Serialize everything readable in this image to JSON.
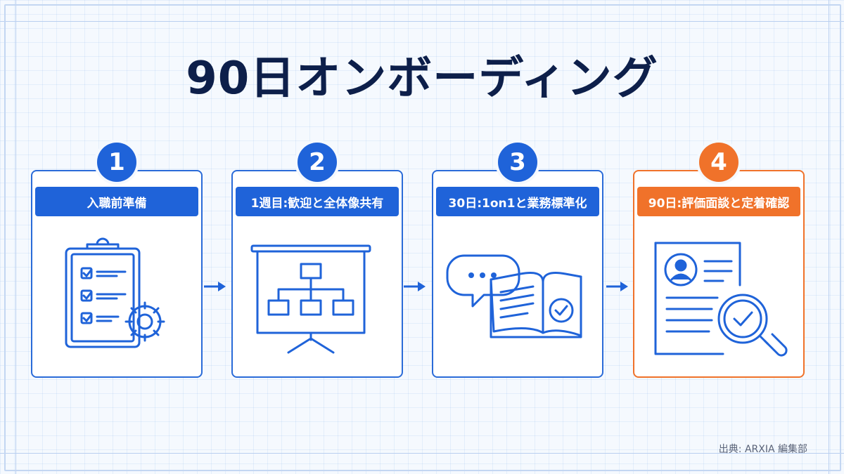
{
  "title": "90日オンボーディング",
  "steps": [
    {
      "number": "1",
      "label": "入職前準備",
      "icon": "clipboard-checklist-gear-icon",
      "accent": "#1f63d9"
    },
    {
      "number": "2",
      "label": "1週目:歓迎と全体像共有",
      "icon": "presentation-org-chart-icon",
      "accent": "#1f63d9"
    },
    {
      "number": "3",
      "label": "30日:1on1と業務標準化",
      "icon": "chat-bubble-open-book-icon",
      "accent": "#1f63d9"
    },
    {
      "number": "4",
      "label": "90日:評価面談と定着確認",
      "icon": "resume-magnifier-check-icon",
      "accent": "#f0722a"
    }
  ],
  "source": "出典: ARXIA 編集部",
  "colors": {
    "primary": "#1f63d9",
    "highlight": "#f0722a",
    "title": "#0d1f4a"
  }
}
